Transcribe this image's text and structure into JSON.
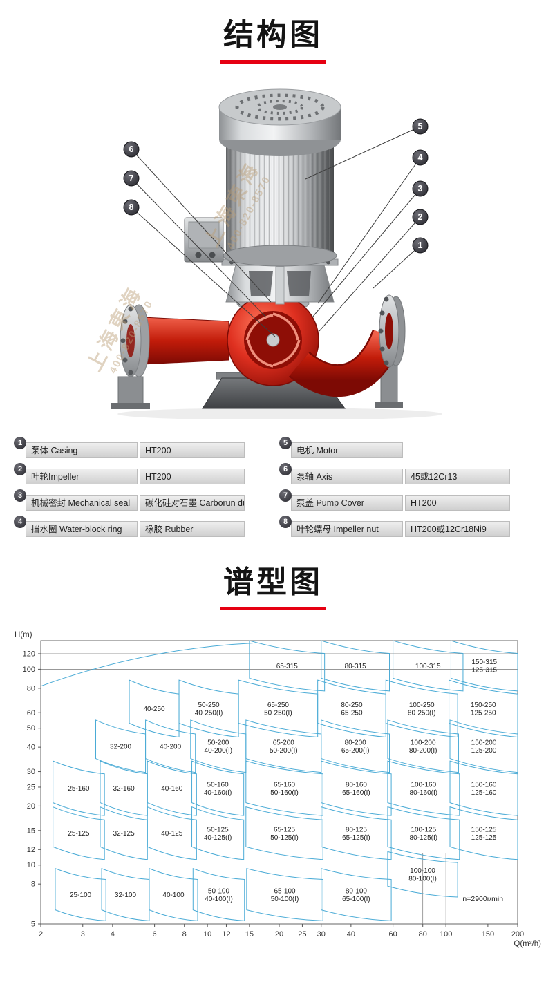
{
  "accent": "#e60012",
  "structure_section": {
    "title": "结构图"
  },
  "spectrum_section": {
    "title": "谱型图"
  },
  "watermark": {
    "brand": "上海東海",
    "phone": "400-820-8570"
  },
  "diagram": {
    "callouts": [
      {
        "num": "1",
        "bx": 608,
        "by": 263,
        "tx": 540,
        "ty": 325
      },
      {
        "num": "2",
        "bx": 608,
        "by": 222,
        "tx": 462,
        "ty": 387
      },
      {
        "num": "3",
        "bx": 608,
        "by": 181,
        "tx": 452,
        "ty": 367
      },
      {
        "num": "4",
        "bx": 608,
        "by": 136,
        "tx": 460,
        "ty": 347
      },
      {
        "num": "5",
        "bx": 608,
        "by": 91,
        "tx": 442,
        "ty": 167
      },
      {
        "num": "6",
        "bx": 190,
        "by": 124,
        "tx": 392,
        "ty": 345
      },
      {
        "num": "7",
        "bx": 190,
        "by": 166,
        "tx": 385,
        "ty": 367
      },
      {
        "num": "8",
        "bx": 190,
        "by": 208,
        "tx": 398,
        "ty": 395
      }
    ]
  },
  "parts": {
    "left": [
      {
        "num": "1",
        "label": "泵体 Casing",
        "value": "HT200"
      },
      {
        "num": "2",
        "label": "叶轮Impeller",
        "value": "HT200"
      },
      {
        "num": "3",
        "label": "机械密封 Mechanical seal",
        "value": "碳化硅对石墨 Carborun dum"
      },
      {
        "num": "4",
        "label": "挡水圈 Water-block ring",
        "value": "橡胶 Rubber"
      }
    ],
    "right": [
      {
        "num": "5",
        "label": "电机 Motor",
        "value": ""
      },
      {
        "num": "6",
        "label": "泵轴 Axis",
        "value": "45或12Cr13"
      },
      {
        "num": "7",
        "label": "泵盖 Pump Cover",
        "value": "HT200"
      },
      {
        "num": "8",
        "label": "叶轮螺母 Impeller nut",
        "value": "HT200或12Cr18Ni9"
      }
    ]
  },
  "chart_data": {
    "type": "area",
    "title": "谱型图",
    "xlabel": "Q(m³/h)",
    "ylabel": "H(m)",
    "x_scale": "log",
    "y_scale": "log",
    "xlim": [
      2,
      200
    ],
    "ylim": [
      5,
      140
    ],
    "x_ticks": [
      2,
      3,
      4,
      6,
      8,
      10,
      12,
      15,
      20,
      25,
      30,
      40,
      60,
      80,
      100,
      150,
      200
    ],
    "y_ticks": [
      5,
      8,
      10,
      12,
      15,
      20,
      25,
      30,
      40,
      50,
      60,
      80,
      100,
      120
    ],
    "gridlines_h": [
      100,
      120
    ],
    "gridlines_v_partial": [
      60,
      80,
      100
    ],
    "note": "n=2900r/min",
    "note_pos": [
      143,
      6.55
    ],
    "envelope": {
      "from": [
        2,
        82
      ],
      "ctrl": [
        5.5,
        128
      ],
      "to": [
        15.5,
        136
      ]
    },
    "line_color": "#4aabd6",
    "regions": [
      {
        "labels": [
          "65-315"
        ],
        "q": [
          15,
          31
        ],
        "h": [
          140,
          90
        ],
        "s": 0.86
      },
      {
        "labels": [
          "80-315"
        ],
        "q": [
          30,
          58
        ],
        "h": [
          140,
          90
        ],
        "s": 0.86
      },
      {
        "labels": [
          "100-315"
        ],
        "q": [
          60,
          118
        ],
        "h": [
          140,
          90
        ],
        "s": 0.86
      },
      {
        "labels": [
          "150-315",
          "125-315"
        ],
        "q": [
          105,
          200
        ],
        "h": [
          140,
          90
        ],
        "s": 0.86
      },
      {
        "labels": [
          "40-250"
        ],
        "q": [
          4.7,
          7.6
        ],
        "h": [
          88,
          53
        ],
        "s": 0.85
      },
      {
        "labels": [
          "50-250",
          "40-250(I)"
        ],
        "q": [
          7.6,
          13.5
        ],
        "h": [
          88,
          53
        ],
        "s": 0.85
      },
      {
        "labels": [
          "65-250",
          "50-250(I)"
        ],
        "q": [
          13.5,
          29
        ],
        "h": [
          88,
          53
        ],
        "s": 0.85
      },
      {
        "labels": [
          "80-250",
          "65-250"
        ],
        "q": [
          29,
          56
        ],
        "h": [
          88,
          53
        ],
        "s": 0.85
      },
      {
        "labels": [
          "100-250",
          "80-250(I)"
        ],
        "q": [
          56,
          112
        ],
        "h": [
          88,
          53
        ],
        "s": 0.85
      },
      {
        "labels": [
          "150-250",
          "125-250"
        ],
        "q": [
          103,
          200
        ],
        "h": [
          88,
          53
        ],
        "s": 0.85
      },
      {
        "labels": [
          "32-200"
        ],
        "q": [
          3.4,
          5.5
        ],
        "h": [
          55,
          35
        ],
        "s": 0.85
      },
      {
        "labels": [
          "40-200"
        ],
        "q": [
          5.5,
          8.9
        ],
        "h": [
          55,
          35
        ],
        "s": 0.85
      },
      {
        "labels": [
          "50-200",
          "40-200(I)"
        ],
        "q": [
          8.5,
          14.5
        ],
        "h": [
          55,
          35
        ],
        "s": 0.85
      },
      {
        "labels": [
          "65-200",
          "50-200(I)"
        ],
        "q": [
          14.5,
          30
        ],
        "h": [
          55,
          35
        ],
        "s": 0.85
      },
      {
        "labels": [
          "80-200",
          "65-200(I)"
        ],
        "q": [
          30,
          58
        ],
        "h": [
          55,
          35
        ],
        "s": 0.85
      },
      {
        "labels": [
          "100-200",
          "80-200(I)"
        ],
        "q": [
          57,
          113
        ],
        "h": [
          55,
          35
        ],
        "s": 0.85
      },
      {
        "labels": [
          "150-200",
          "125-200"
        ],
        "q": [
          104,
          200
        ],
        "h": [
          55,
          35
        ],
        "s": 0.85
      },
      {
        "labels": [
          "25-160"
        ],
        "q": [
          2.25,
          3.7
        ],
        "h": [
          34,
          20.8
        ],
        "s": 0.86
      },
      {
        "labels": [
          "32-160"
        ],
        "q": [
          3.55,
          5.6
        ],
        "h": [
          34,
          20.8
        ],
        "s": 0.86
      },
      {
        "labels": [
          "40-160"
        ],
        "q": [
          5.6,
          9
        ],
        "h": [
          34,
          20.8
        ],
        "s": 0.86
      },
      {
        "labels": [
          "50-160",
          "40-160(I)"
        ],
        "q": [
          8.6,
          14.2
        ],
        "h": [
          34,
          20.8
        ],
        "s": 0.86
      },
      {
        "labels": [
          "65-160",
          "50-160(I)"
        ],
        "q": [
          14.5,
          30.5
        ],
        "h": [
          34,
          20.8
        ],
        "s": 0.86
      },
      {
        "labels": [
          "80-160",
          "65-160(I)"
        ],
        "q": [
          30,
          59
        ],
        "h": [
          34,
          20.8
        ],
        "s": 0.86
      },
      {
        "labels": [
          "100-160",
          "80-160(I)"
        ],
        "q": [
          57,
          114
        ],
        "h": [
          34,
          20.8
        ],
        "s": 0.86
      },
      {
        "labels": [
          "150-160",
          "125-160"
        ],
        "q": [
          104,
          200
        ],
        "h": [
          34,
          20.8
        ],
        "s": 0.86
      },
      {
        "labels": [
          "25-125"
        ],
        "q": [
          2.25,
          3.7
        ],
        "h": [
          19.8,
          12.4
        ],
        "s": 0.86
      },
      {
        "labels": [
          "32-125"
        ],
        "q": [
          3.55,
          5.6
        ],
        "h": [
          19.8,
          12.4
        ],
        "s": 0.86
      },
      {
        "labels": [
          "40-125"
        ],
        "q": [
          5.6,
          9
        ],
        "h": [
          19.8,
          12.4
        ],
        "s": 0.86
      },
      {
        "labels": [
          "50-125",
          "40-125(I)"
        ],
        "q": [
          8.6,
          14.2
        ],
        "h": [
          19.8,
          12.4
        ],
        "s": 0.86
      },
      {
        "labels": [
          "65-125",
          "50-125(I)"
        ],
        "q": [
          14.5,
          30.5
        ],
        "h": [
          19.8,
          12.4
        ],
        "s": 0.86
      },
      {
        "labels": [
          "80-125",
          "65-125(I)"
        ],
        "q": [
          30,
          59
        ],
        "h": [
          19.8,
          12.4
        ],
        "s": 0.86
      },
      {
        "labels": [
          "100-125",
          "80-125(I)"
        ],
        "q": [
          57,
          114
        ],
        "h": [
          19.8,
          12.4
        ],
        "s": 0.86
      },
      {
        "labels": [
          "150-125",
          "125-125"
        ],
        "q": [
          104,
          200
        ],
        "h": [
          19.8,
          12.4
        ],
        "s": 0.86
      },
      {
        "labels": [
          "25-100"
        ],
        "q": [
          2.3,
          3.75
        ],
        "h": [
          9.6,
          5.9
        ],
        "s": 0.88
      },
      {
        "labels": [
          "32-100"
        ],
        "q": [
          3.6,
          5.7
        ],
        "h": [
          9.6,
          5.9
        ],
        "s": 0.88
      },
      {
        "labels": [
          "40-100"
        ],
        "q": [
          5.7,
          9.1
        ],
        "h": [
          9.6,
          5.9
        ],
        "s": 0.88
      },
      {
        "labels": [
          "50-100",
          "40-100(I)"
        ],
        "q": [
          8.7,
          14.3
        ],
        "h": [
          9.6,
          5.9
        ],
        "s": 0.88
      },
      {
        "labels": [
          "65-100",
          "50-100(I)"
        ],
        "q": [
          14.6,
          30.5
        ],
        "h": [
          9.6,
          5.9
        ],
        "s": 0.88
      },
      {
        "labels": [
          "80-100",
          "65-100(I)"
        ],
        "q": [
          30,
          59
        ],
        "h": [
          9.6,
          5.9
        ],
        "s": 0.88
      },
      {
        "labels": [
          "100-100",
          "80-100(I)"
        ],
        "q": [
          57,
          112
        ],
        "h": [
          11.7,
          7.8
        ],
        "s": 0.88
      }
    ]
  }
}
